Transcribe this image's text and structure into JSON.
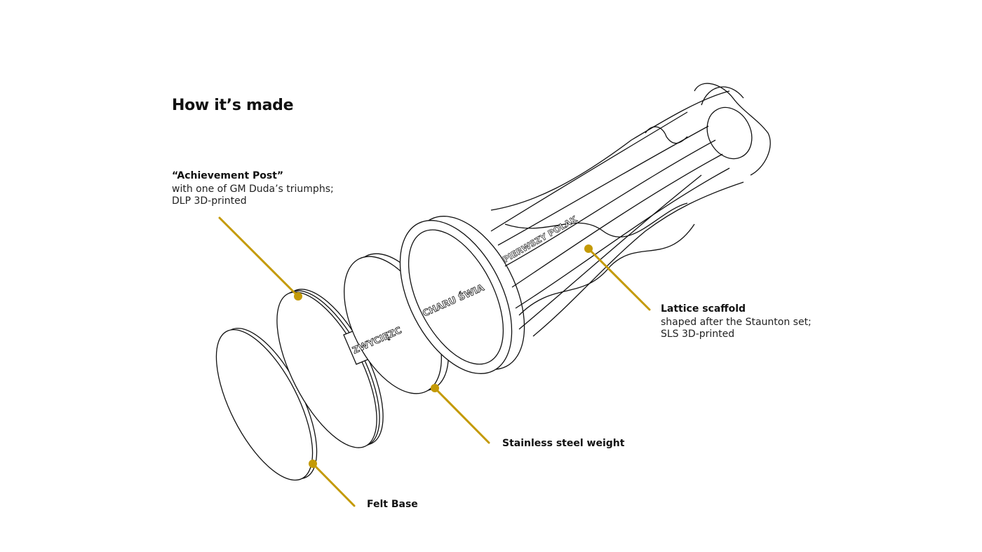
{
  "title": "How it’s made",
  "accent_color": "#c49a06",
  "labels": {
    "post": {
      "heading": "“Achievement Post”",
      "line1": "with one of GM Duda’s triumphs;",
      "line2": "DLP 3D-printed"
    },
    "lattice": {
      "heading": "Lattice scaffold",
      "line1": "shaped after the Staunton set;",
      "line2": "SLS 3D-printed"
    },
    "steel": {
      "heading": "Stainless steel weight"
    },
    "felt": {
      "heading": "Felt Base"
    }
  },
  "engravings": {
    "post_text": "ZWYCIĘZC",
    "weight_text": "CHARU ŚWIA",
    "lattice_text": "PIERWSZY POLAK"
  }
}
